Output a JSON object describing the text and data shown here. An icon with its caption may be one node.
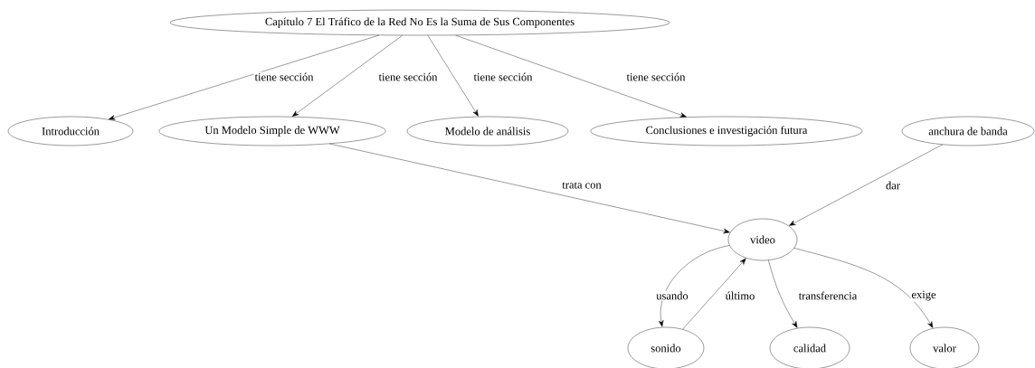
{
  "diagram": {
    "nodes": [
      {
        "text": [
          "Capítulo 7 El Tráfico de la Red No Es la Suma de Sus Componentes"
        ]
      },
      {
        "text": [
          "Introducción"
        ]
      },
      {
        "text": [
          "Un Modelo Simple de WWW"
        ]
      },
      {
        "text": [
          "Modelo de análisis"
        ]
      },
      {
        "text": [
          "Conclusiones e investigación futura"
        ]
      },
      {
        "text": [
          "anchura de banda"
        ]
      },
      {
        "text": [
          "video"
        ]
      },
      {
        "text": [
          "sonido"
        ]
      },
      {
        "text": [
          "calidad"
        ]
      },
      {
        "text": [
          "valor"
        ]
      }
    ],
    "edges": [
      {
        "from": 0,
        "to": 1,
        "arrow": "to",
        "label": "tiene sección"
      },
      {
        "from": 0,
        "to": 2,
        "arrow": "to",
        "label": "tiene sección"
      },
      {
        "from": 0,
        "to": 3,
        "arrow": "to",
        "label": "tiene sección"
      },
      {
        "from": 0,
        "to": 4,
        "arrow": "to",
        "label": "tiene sección"
      },
      {
        "from": 2,
        "to": 6,
        "arrow": "to",
        "label": "trata con"
      },
      {
        "from": 5,
        "to": 6,
        "arrow": "to",
        "label": "dar"
      },
      {
        "from": 6,
        "to": 7,
        "arrow": "to",
        "label": "usando"
      },
      {
        "from": 7,
        "to": 6,
        "arrow": "to",
        "label": "último"
      },
      {
        "from": 6,
        "to": 8,
        "arrow": "to",
        "label": "transferencia"
      },
      {
        "from": 6,
        "to": 9,
        "arrow": "to",
        "label": "exige"
      }
    ]
  }
}
